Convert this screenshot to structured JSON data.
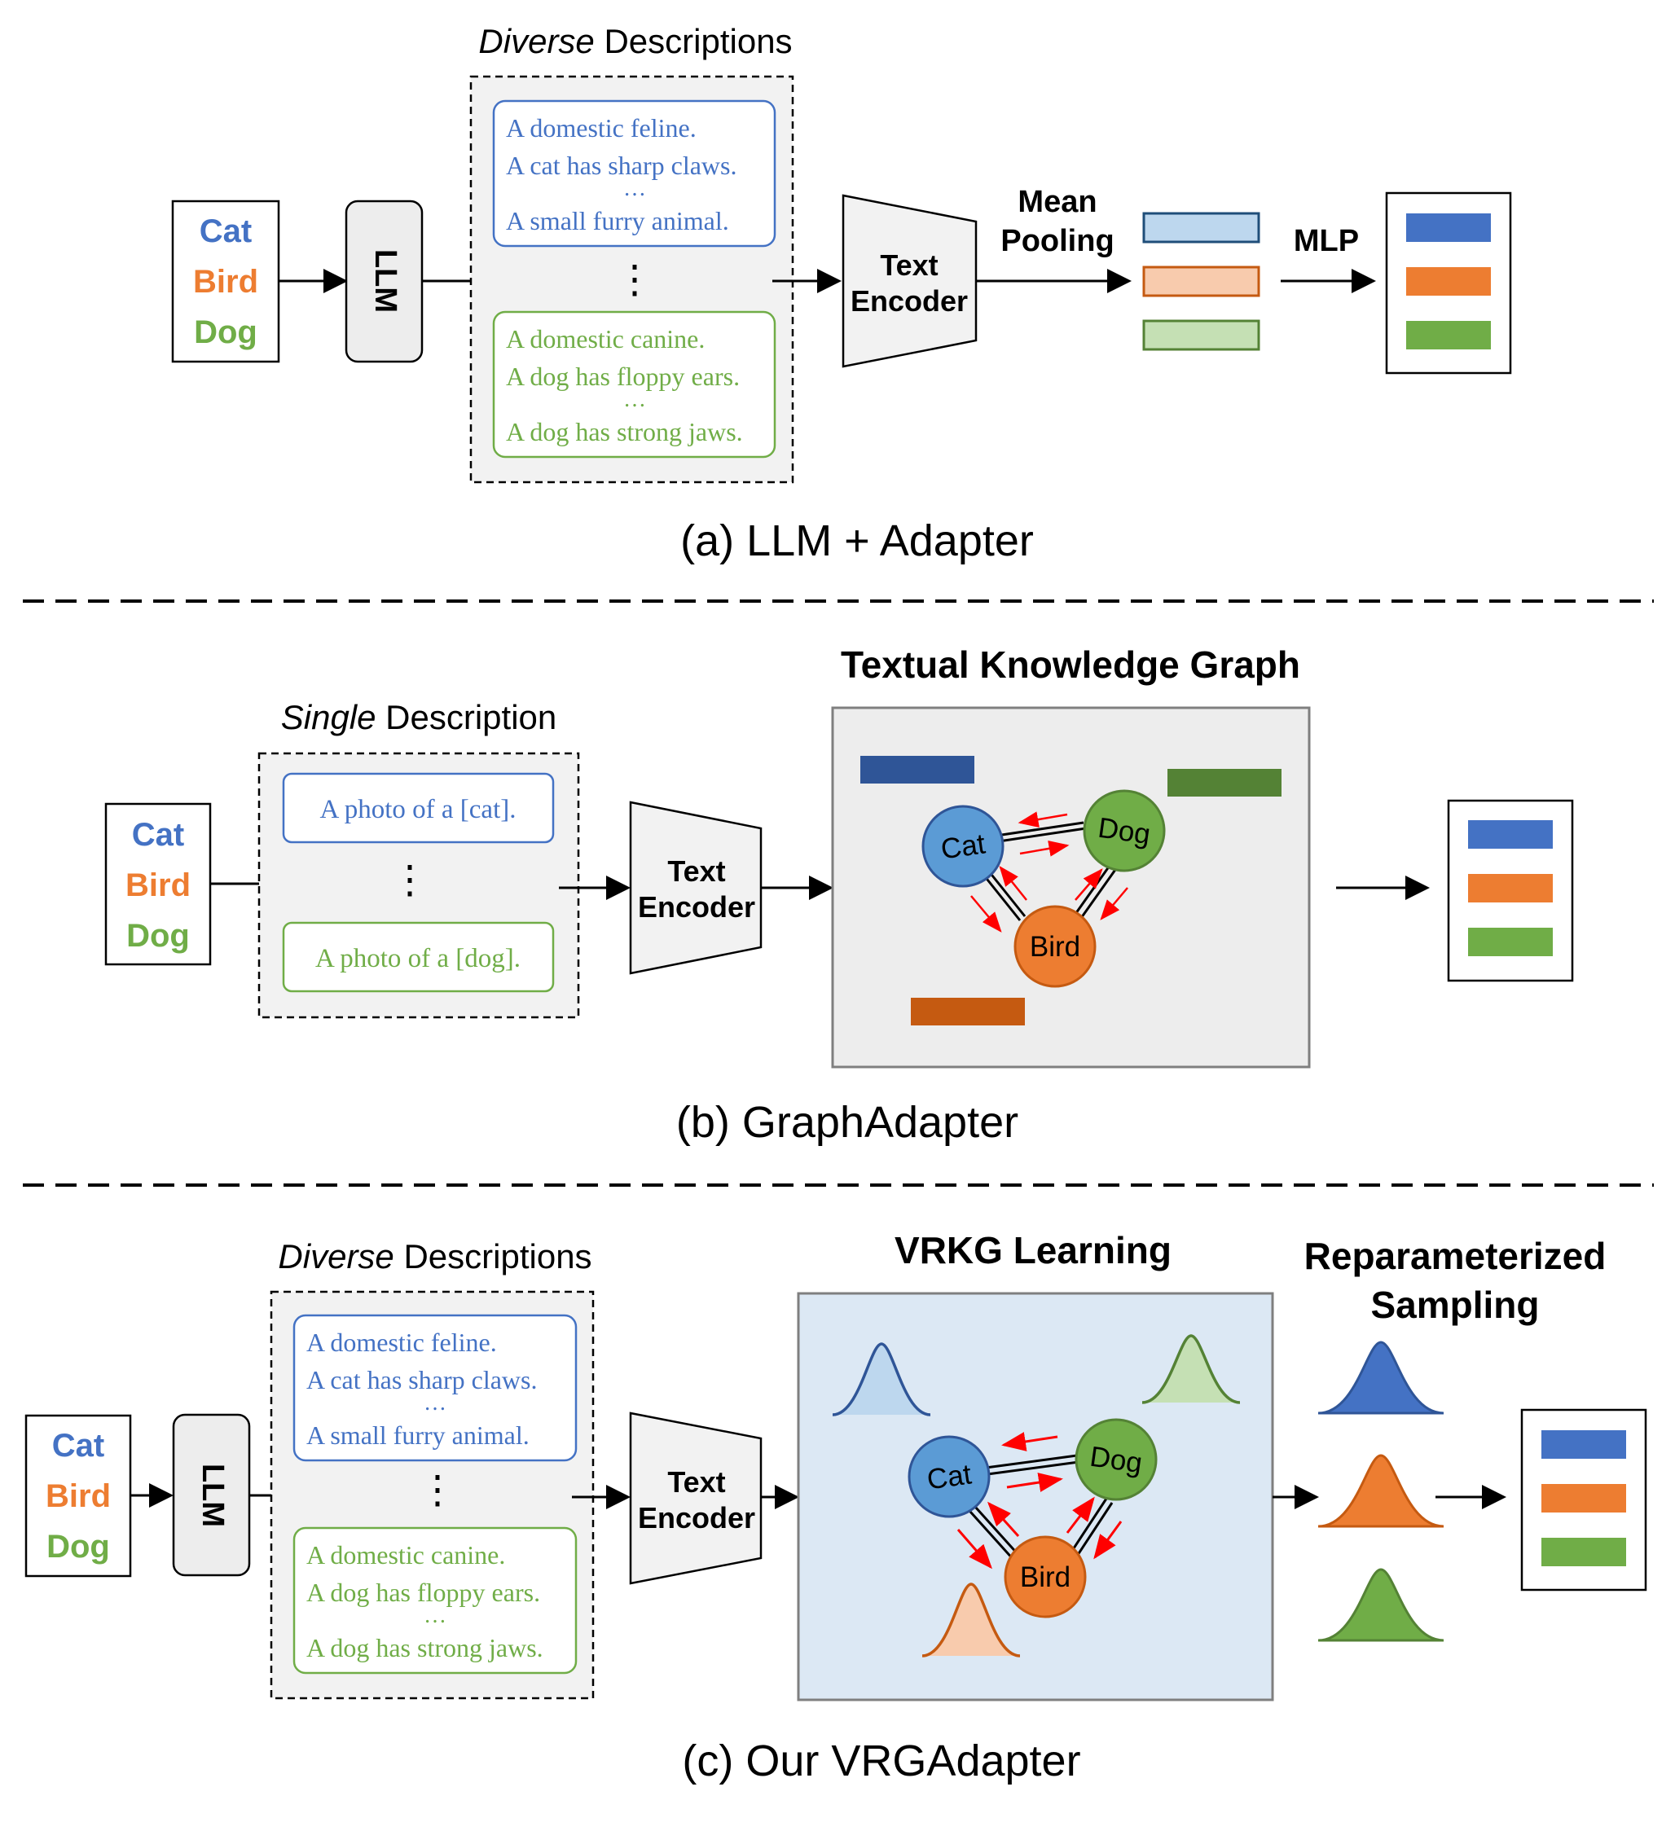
{
  "colors": {
    "blue": "#4472c4",
    "orange": "#ed7d31",
    "green": "#70ad47",
    "dark_blue": "#2f5597",
    "dark_orange": "#c55a11",
    "dark_green": "#548235",
    "red_arrow": "#ff0000",
    "panel_gray": "#ededed",
    "panel_blue": "#dce8f4"
  },
  "classes": [
    "Cat",
    "Bird",
    "Dog"
  ],
  "common": {
    "llm_label": "LLM",
    "text_encoder_line1": "Text",
    "text_encoder_line2": "Encoder",
    "vdots": "⋮",
    "ellipsis": "…"
  },
  "diverse_descriptions": {
    "title_italic": "Diverse",
    "title_rest": " Descriptions",
    "cat_lines": [
      "A domestic feline.",
      "A cat has sharp claws.",
      "A small furry animal."
    ],
    "dog_lines": [
      "A domestic canine.",
      "A dog has floppy ears.",
      "A dog has strong jaws."
    ]
  },
  "panel_a": {
    "mean_pooling_line1": "Mean",
    "mean_pooling_line2": "Pooling",
    "mlp_label": "MLP",
    "caption": "(a) LLM + Adapter"
  },
  "panel_b": {
    "single_title_italic": "Single",
    "single_title_rest": " Description",
    "cat_prompt": "A photo of a [cat].",
    "dog_prompt": "A photo of a [dog].",
    "graph_title": "Textual Knowledge Graph",
    "caption": "(b) GraphAdapter"
  },
  "panel_c": {
    "vrkg_title": "VRKG Learning",
    "reparam_line1": "Reparameterized",
    "reparam_line2": "Sampling",
    "caption": "(c) Our VRGAdapter"
  },
  "graph_nodes": [
    "Cat",
    "Dog",
    "Bird"
  ]
}
